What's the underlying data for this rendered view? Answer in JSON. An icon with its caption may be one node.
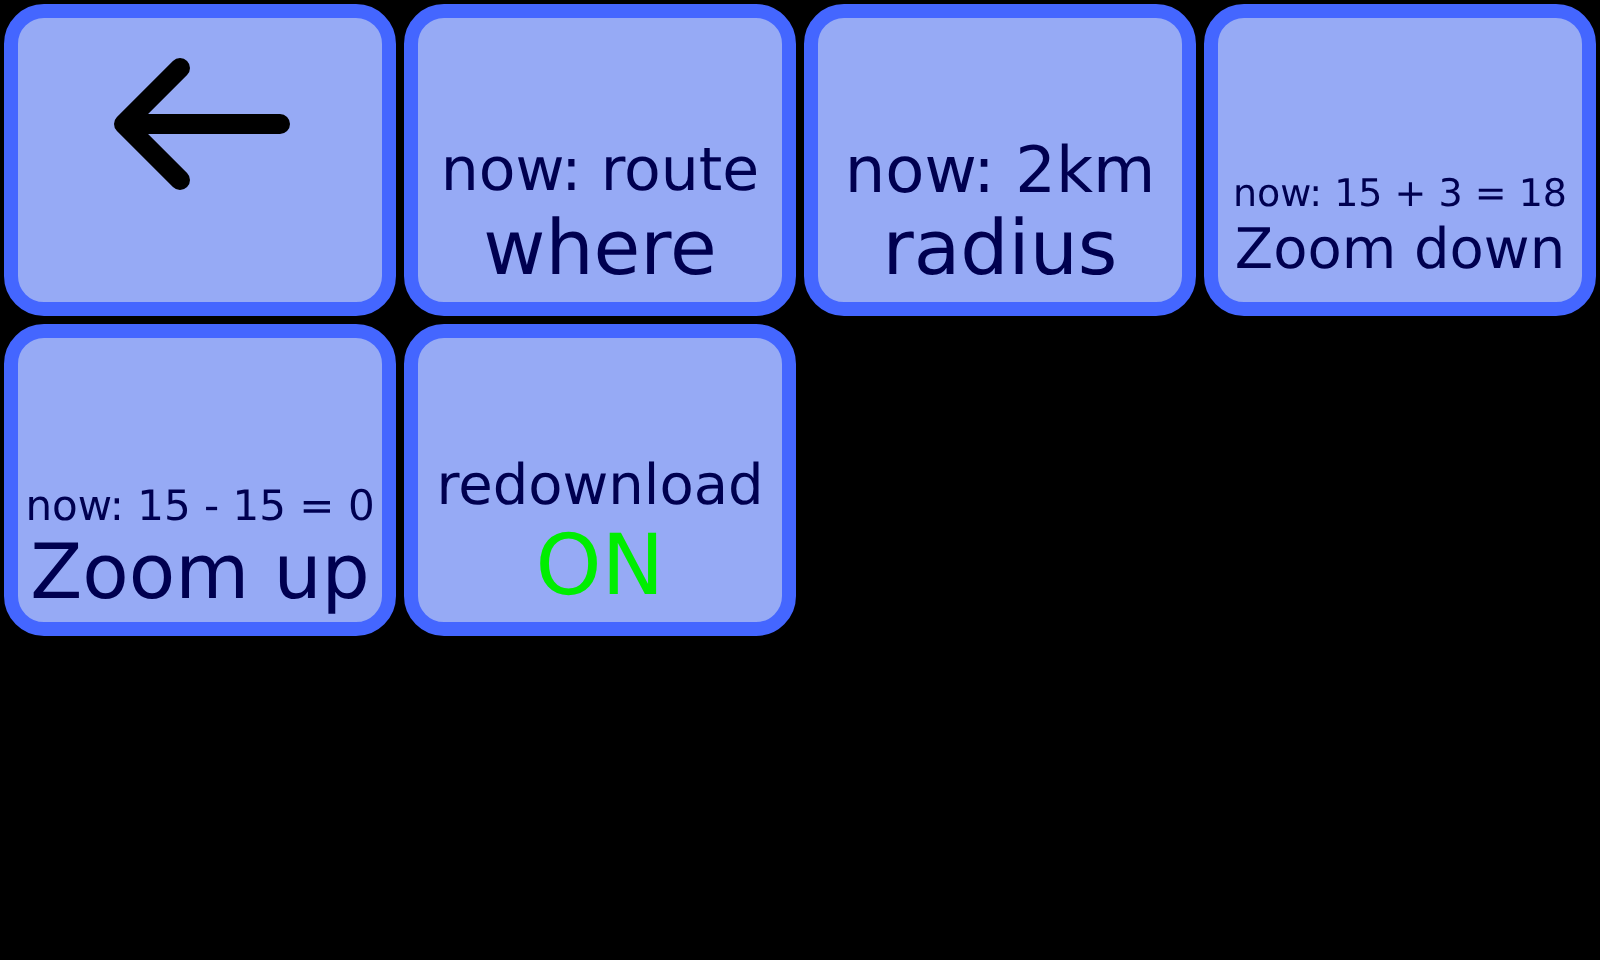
{
  "diagram": {
    "nodes": [
      {
        "text": [],
        "shape": "box"
      },
      {
        "text": [
          "now: route",
          "where"
        ]
      },
      {
        "text": [
          "now: 2km",
          "radius"
        ]
      },
      {
        "text": [
          "now: 15 + 3 = 18",
          "Zoom down"
        ]
      },
      {
        "text": [
          "now: 15 - 15 = 0",
          "Zoom up"
        ]
      },
      {
        "text": [
          "redownload",
          "ON"
        ]
      }
    ]
  }
}
